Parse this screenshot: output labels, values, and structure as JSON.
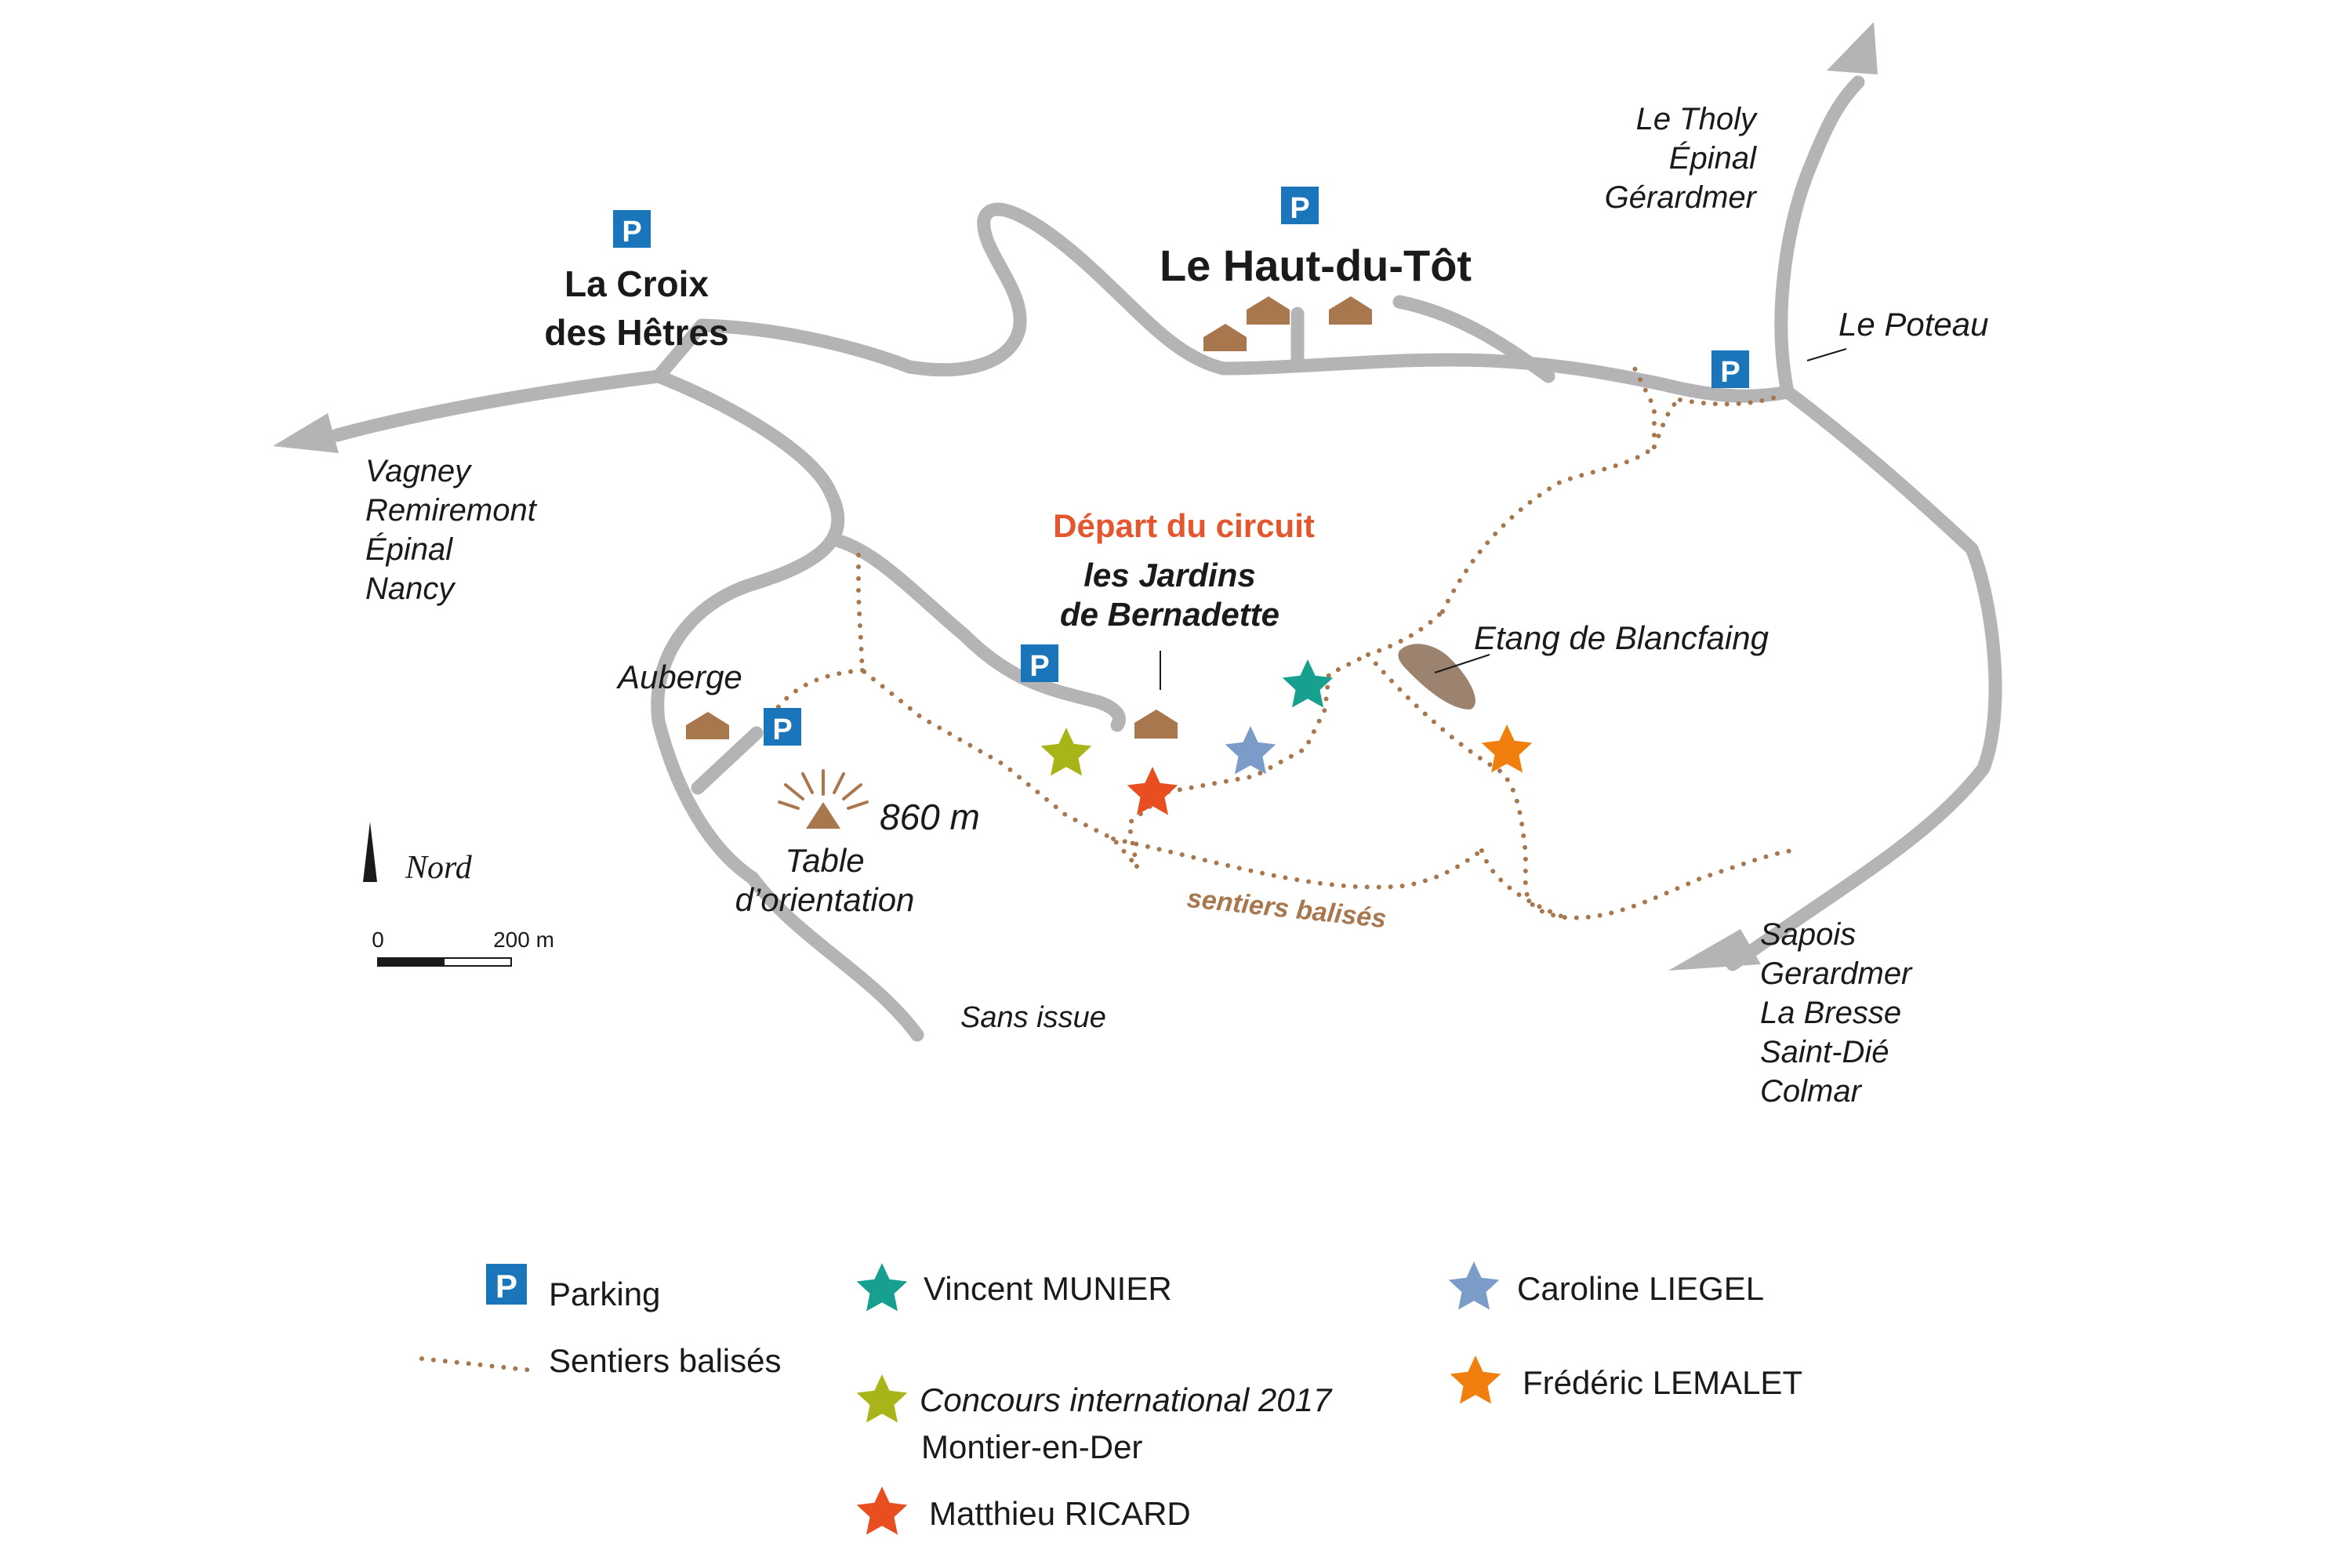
{
  "places": {
    "croix_line1": "La Croix",
    "croix_line2": "des Hêtres",
    "haut_du_tot": "Le Haut-du-Tôt",
    "le_poteau": "Le Poteau",
    "auberge": "Auberge",
    "etang": "Etang de Blancfaing",
    "sans_issue": "Sans issue",
    "depart": "Départ du circuit",
    "jardins_line1": "les Jardins",
    "jardins_line2": "de Bernadette",
    "altitude": "860 m",
    "table_line1": "Table",
    "table_line2": "d’orientation",
    "trail_label": "sentiers balisés"
  },
  "destinations": {
    "north": [
      "Le Tholy",
      "Épinal",
      "Gérardmer"
    ],
    "west": [
      "Vagney",
      "Remiremont",
      "Épinal",
      "Nancy"
    ],
    "southeast": [
      "Sapois",
      "Gerardmer",
      "La Bresse",
      "Saint-Dié",
      "Colmar"
    ]
  },
  "compass": {
    "label": "Nord"
  },
  "scale": {
    "start": "0",
    "end": "200 m"
  },
  "parking_symbol": "P",
  "legend": {
    "parking": "Parking",
    "trails": "Sentiers balisés",
    "munier": "Vincent MUNIER",
    "concours_line1": "Concours international 2017",
    "concours_line2": "Montier-en-Der",
    "ricard": "Matthieu RICARD",
    "liegel": "Caroline LIEGEL",
    "lemalet": "Frédéric LEMALET"
  },
  "colors": {
    "road": "#b4b4b6",
    "trail": "#a8774d",
    "parking": "#1b75bb",
    "departure_text": "#e4572e",
    "star_munier": "#17a08f",
    "star_concours": "#a8b418",
    "star_ricard": "#e84e1f",
    "star_liegel": "#7b9cc9",
    "star_lemalet": "#f07f0d",
    "pond": "#9c8370"
  }
}
